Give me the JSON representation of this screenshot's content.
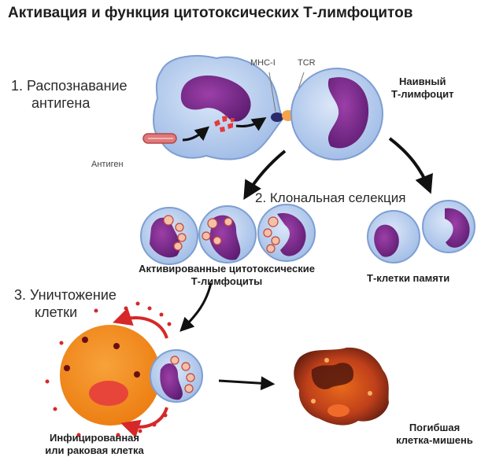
{
  "title": "Активация и функция цитотоксических Т-лимфоцитов",
  "steps": {
    "s1_line1": "1. Распознавание",
    "s1_line2": "антигена",
    "s2": "2. Клональная селекция",
    "s3_line1": "3. Уничтожение",
    "s3_line2": "клетки"
  },
  "labels": {
    "mhc": "MHC-I",
    "tcr": "TCR",
    "antigen": "Антиген",
    "naive_line1": "Наивный",
    "naive_line2": "Т-лимфоцит",
    "activated_line1": "Активированные цитотоксические",
    "activated_line2": "Т-лимфоциты",
    "memory": "Т-клетки памяти",
    "infected_line1": "Инфицированная",
    "infected_line2": "или раковая клетка",
    "dying_line1": "Погибшая",
    "dying_line2": "клетка-мишень"
  },
  "colors": {
    "cell_fill": "#b9cfee",
    "cell_stroke": "#7e9fd2",
    "nucleus": "#7a2a8a",
    "arrow": "#111111",
    "red_arrow": "#d62828",
    "infected_cell": "#f08a1c",
    "dying_cell": "#b3361a",
    "tcr": "#f5a24a",
    "mhc": "#2b2b6b"
  }
}
